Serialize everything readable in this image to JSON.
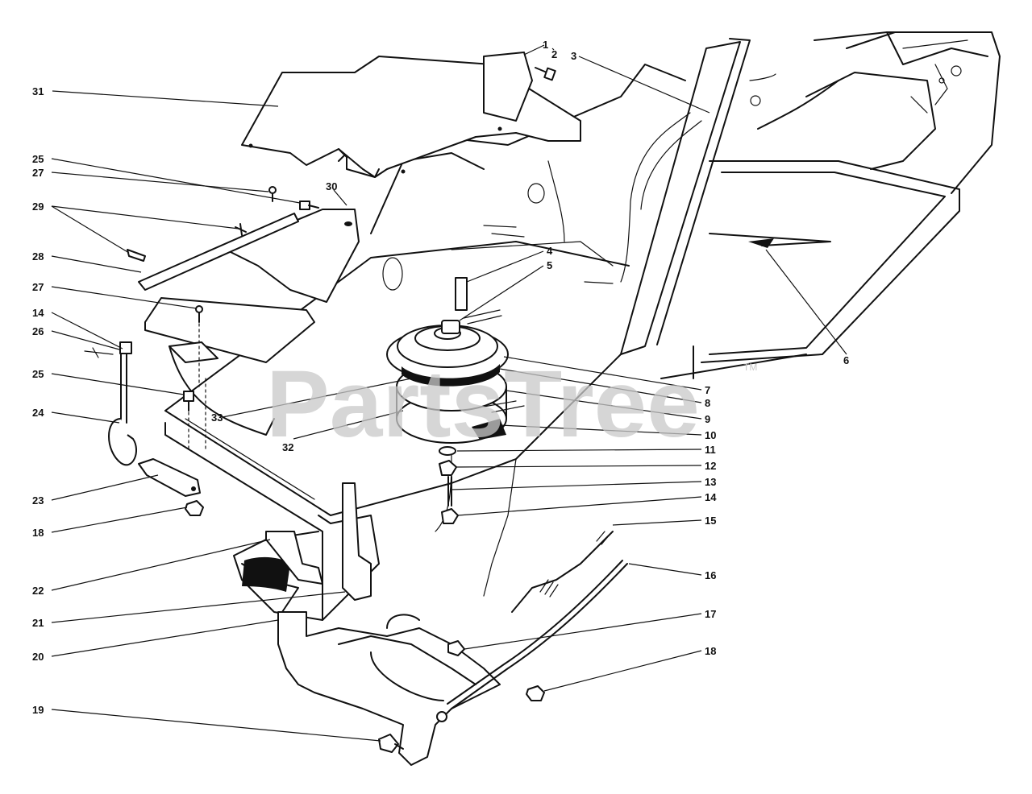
{
  "diagram": {
    "watermark": "PartsTree",
    "watermark_tm": "TM",
    "callouts": {
      "c1": "1",
      "c2": "2",
      "c3": "3",
      "c4": "4",
      "c5": "5",
      "c6": "6",
      "c7": "7",
      "c8": "8",
      "c9": "9",
      "c10": "10",
      "c11": "11",
      "c12": "12",
      "c13": "13",
      "c14a": "14",
      "c14b": "14",
      "c15": "15",
      "c16": "16",
      "c17": "17",
      "c18a": "18",
      "c18b": "18",
      "c19": "19",
      "c20": "20",
      "c21": "21",
      "c22": "22",
      "c23": "23",
      "c24": "24",
      "c25a": "25",
      "c25b": "25",
      "c26": "26",
      "c27a": "27",
      "c27b": "27",
      "c28": "28",
      "c29": "29",
      "c30": "30",
      "c31": "31",
      "c32": "32",
      "c33": "33"
    }
  }
}
